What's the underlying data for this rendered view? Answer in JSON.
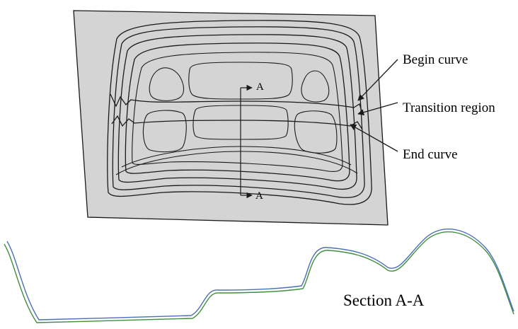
{
  "diagram": {
    "labels": {
      "begin_curve": "Begin curve",
      "transition_region": "Transition region",
      "end_curve": "End curve",
      "section_marker_top": "A",
      "section_marker_bottom": "A",
      "section_title": "Section A-A"
    },
    "colors": {
      "panel_fill": "#d4d4d4",
      "outline": "#1a1a1a",
      "section_line_blue": "#4a6fb5",
      "section_line_green": "#3f8f3f"
    }
  }
}
